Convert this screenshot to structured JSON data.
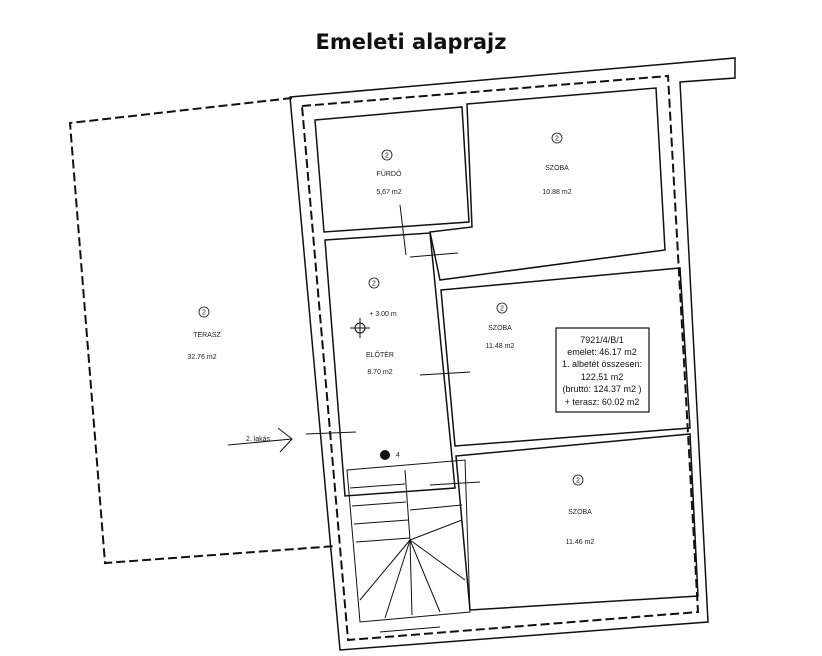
{
  "title": "Emeleti alaprajz",
  "rooms": [
    {
      "id": "terasz",
      "marker": "2",
      "name": "TERASZ",
      "area": "32.76 m2"
    },
    {
      "id": "furdo",
      "marker": "2",
      "name": "FÜRDŐ",
      "area": "5,67 m2"
    },
    {
      "id": "szoba1",
      "marker": "2",
      "name": "SZOBA",
      "area": "10.88 m2"
    },
    {
      "id": "eloter",
      "marker": "2",
      "name": "ELŐTÉR",
      "area": "8.70 m2",
      "level": "+ 3.00 m"
    },
    {
      "id": "szoba2",
      "marker": "2",
      "name": "SZOBA",
      "area": "11.48 m2"
    },
    {
      "id": "szoba3",
      "marker": "2",
      "name": "SZOBA",
      "area": "11.46 m2"
    }
  ],
  "entrance_label": "2. lakás",
  "point_label": "4",
  "info_box": [
    "7921/4/B/1",
    "emelet: 46.17 m2",
    "1. albetét összesen:",
    "122,51 m2",
    "(bruttó: 124.37 m2 )",
    "+ terasz: 60.02 m2"
  ]
}
